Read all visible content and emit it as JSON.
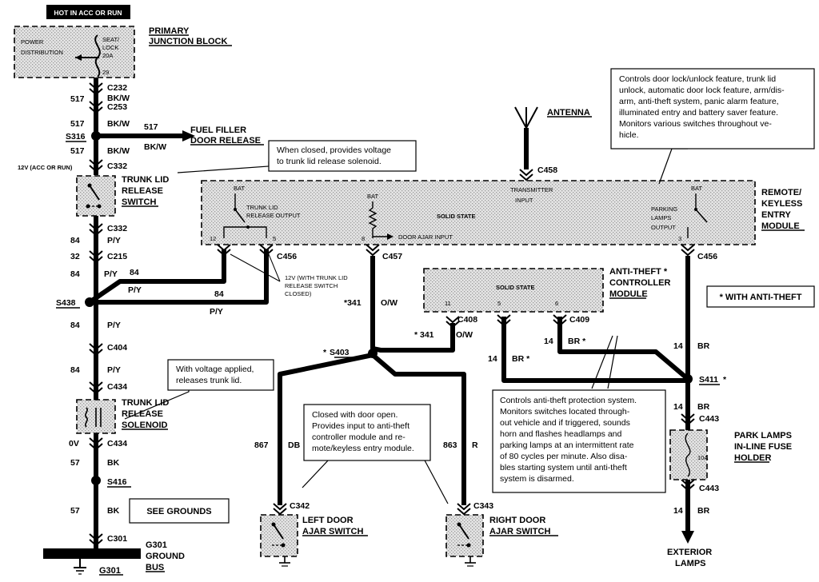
{
  "header": {
    "hot_label": "HOT IN ACC OR RUN"
  },
  "primary_junction_block": {
    "title_line1": "PRIMARY",
    "title_line2": "JUNCTION BLOCK",
    "power_distribution_1": "POWER",
    "power_distribution_2": "DISTRIBUTION",
    "fuse_line1": "SEAT/",
    "fuse_line2": "LOCK",
    "fuse_line3": "20A",
    "fuse_pin": "29"
  },
  "connectors": {
    "c232": "C232",
    "c253": "C253",
    "s316": "S316",
    "c332_top": "C332",
    "c332_bot": "C332",
    "c215": "C215",
    "s438": "S438",
    "c404": "C404",
    "c434_top": "C434",
    "c434_bot": "C434",
    "s416": "S416",
    "c301": "C301",
    "g301_bus": "G301",
    "g301_bottom": "G301",
    "c456_left": "C456",
    "c457": "C457",
    "c458": "C458",
    "c456_right": "C456",
    "c408": "C408",
    "c409": "C409",
    "s403": "S403",
    "s411": "S411",
    "c443_top": "C443",
    "c443_bot": "C443",
    "c342": "C342",
    "c343": "C343"
  },
  "wires": {
    "w517_a": "517",
    "bkw_a": "BK/W",
    "w517_b": "517",
    "bkw_b": "BK/W",
    "w517_c": "517",
    "bkw_c": "BK/W",
    "w517_d": "517",
    "bkw_d": "BK/W",
    "voltage_12v": "12V (ACC OR RUN)",
    "w84_a": "84",
    "py_a": "P/Y",
    "w32": "32",
    "w84_b": "84",
    "py_b": "P/Y",
    "w84_c": "84",
    "py_c": "P/Y",
    "w84_d": "84",
    "py_d": "P/Y",
    "w84_e": "84",
    "py_e": "P/Y",
    "w84_f": "84",
    "py_f": "P/Y",
    "zero_v": "0V",
    "w57_a": "57",
    "bk_a": "BK",
    "w57_b": "57",
    "bk_b": "BK",
    "w341_a": "*341",
    "ow_a": "O/W",
    "w341_b": "* 341",
    "ow_b": "O/W",
    "w867": "867",
    "db": "DB",
    "w863": "863",
    "r": "R",
    "w14_a": "14",
    "br_a": "BR *",
    "w14_b": "14",
    "br_b": "BR *",
    "w14_c": "14",
    "br_c": "BR",
    "w14_d": "14",
    "br_d": "BR",
    "w14_e": "14",
    "br_e": "BR",
    "asterisk": "*",
    "asterisk2": "*"
  },
  "components": {
    "fuel_filler_1": "FUEL FILLER",
    "fuel_filler_2": "DOOR RELEASE",
    "trunk_switch_1": "TRUNK LID",
    "trunk_switch_2": "RELEASE",
    "trunk_switch_3": "SWITCH",
    "trunk_solenoid_1": "TRUNK LID",
    "trunk_solenoid_2": "RELEASE",
    "trunk_solenoid_3": "SOLENOID",
    "see_grounds": "SEE GROUNDS",
    "ground_1": "GROUND",
    "ground_2": "BUS",
    "antenna": "ANTENNA",
    "rke_1": "REMOTE/",
    "rke_2": "KEYLESS",
    "rke_3": "ENTRY",
    "rke_4": "MODULE",
    "rke_bat_1": "BAT",
    "rke_trunk_output_1": "TRUNK LID",
    "rke_trunk_output_2": "RELEASE OUTPUT",
    "rke_bat_2": "BAT",
    "rke_solid_state": "SOLID STATE",
    "rke_transmitter_1": "TRANSMITTER",
    "rke_transmitter_2": "INPUT",
    "rke_bat_3": "BAT",
    "rke_parking_1": "PARKING",
    "rke_parking_2": "LAMPS",
    "rke_parking_3": "OUTPUT",
    "rke_door_ajar_input": "DOOR AJAR INPUT",
    "pin_12": "12",
    "pin_5": "5",
    "pin_8": "8",
    "pin_3": "3",
    "atc_1": "ANTI-THEFT *",
    "atc_2": "CONTROLLER",
    "atc_3": "MODULE",
    "atc_solid_state": "SOLID STATE",
    "atc_pin_11": "11",
    "atc_pin_5": "5",
    "atc_pin_6": "6",
    "with_anti_theft": "* WITH ANTI-THEFT",
    "park_fuse_1": "PARK LAMPS",
    "park_fuse_2": "IN-LINE FUSE",
    "park_fuse_3": "HOLDER",
    "park_fuse_rating": "10A",
    "exterior_1": "EXTERIOR",
    "exterior_2": "LAMPS",
    "left_door_1": "LEFT DOOR",
    "left_door_2": "AJAR SWITCH",
    "right_door_1": "RIGHT DOOR",
    "right_door_2": "AJAR SWITCH",
    "closed_note_1": "12V (WITH TRUNK LID",
    "closed_note_2": "RELEASE SWITCH",
    "closed_note_3": "CLOSED)"
  },
  "callouts": {
    "switch_note": [
      "When closed, provides voltage",
      "to trunk lid release solenoid."
    ],
    "solenoid_note": [
      "With voltage applied,",
      "releases trunk lid."
    ],
    "door_note": [
      "Closed with door open.",
      "Provides input to anti-theft",
      "controller module and re-",
      "mote/keyless entry module."
    ],
    "rke_note": [
      "Controls door lock/unlock feature, trunk lid",
      "unlock, automatic door lock feature, arm/dis-",
      "arm, anti-theft system, panic alarm feature,",
      "illuminated entry and battery saver feature.",
      "Monitors various switches throughout ve-",
      "hicle."
    ],
    "atc_note": [
      "Controls anti-theft protection system.",
      "Monitors switches located through-",
      "out vehicle and if triggered, sounds",
      "horn and flashes headlamps and",
      "parking lamps at an intermittent rate",
      "of 80 cycles per minute.  Also disa-",
      "bles starting system until anti-theft",
      "system is disarmed."
    ]
  }
}
